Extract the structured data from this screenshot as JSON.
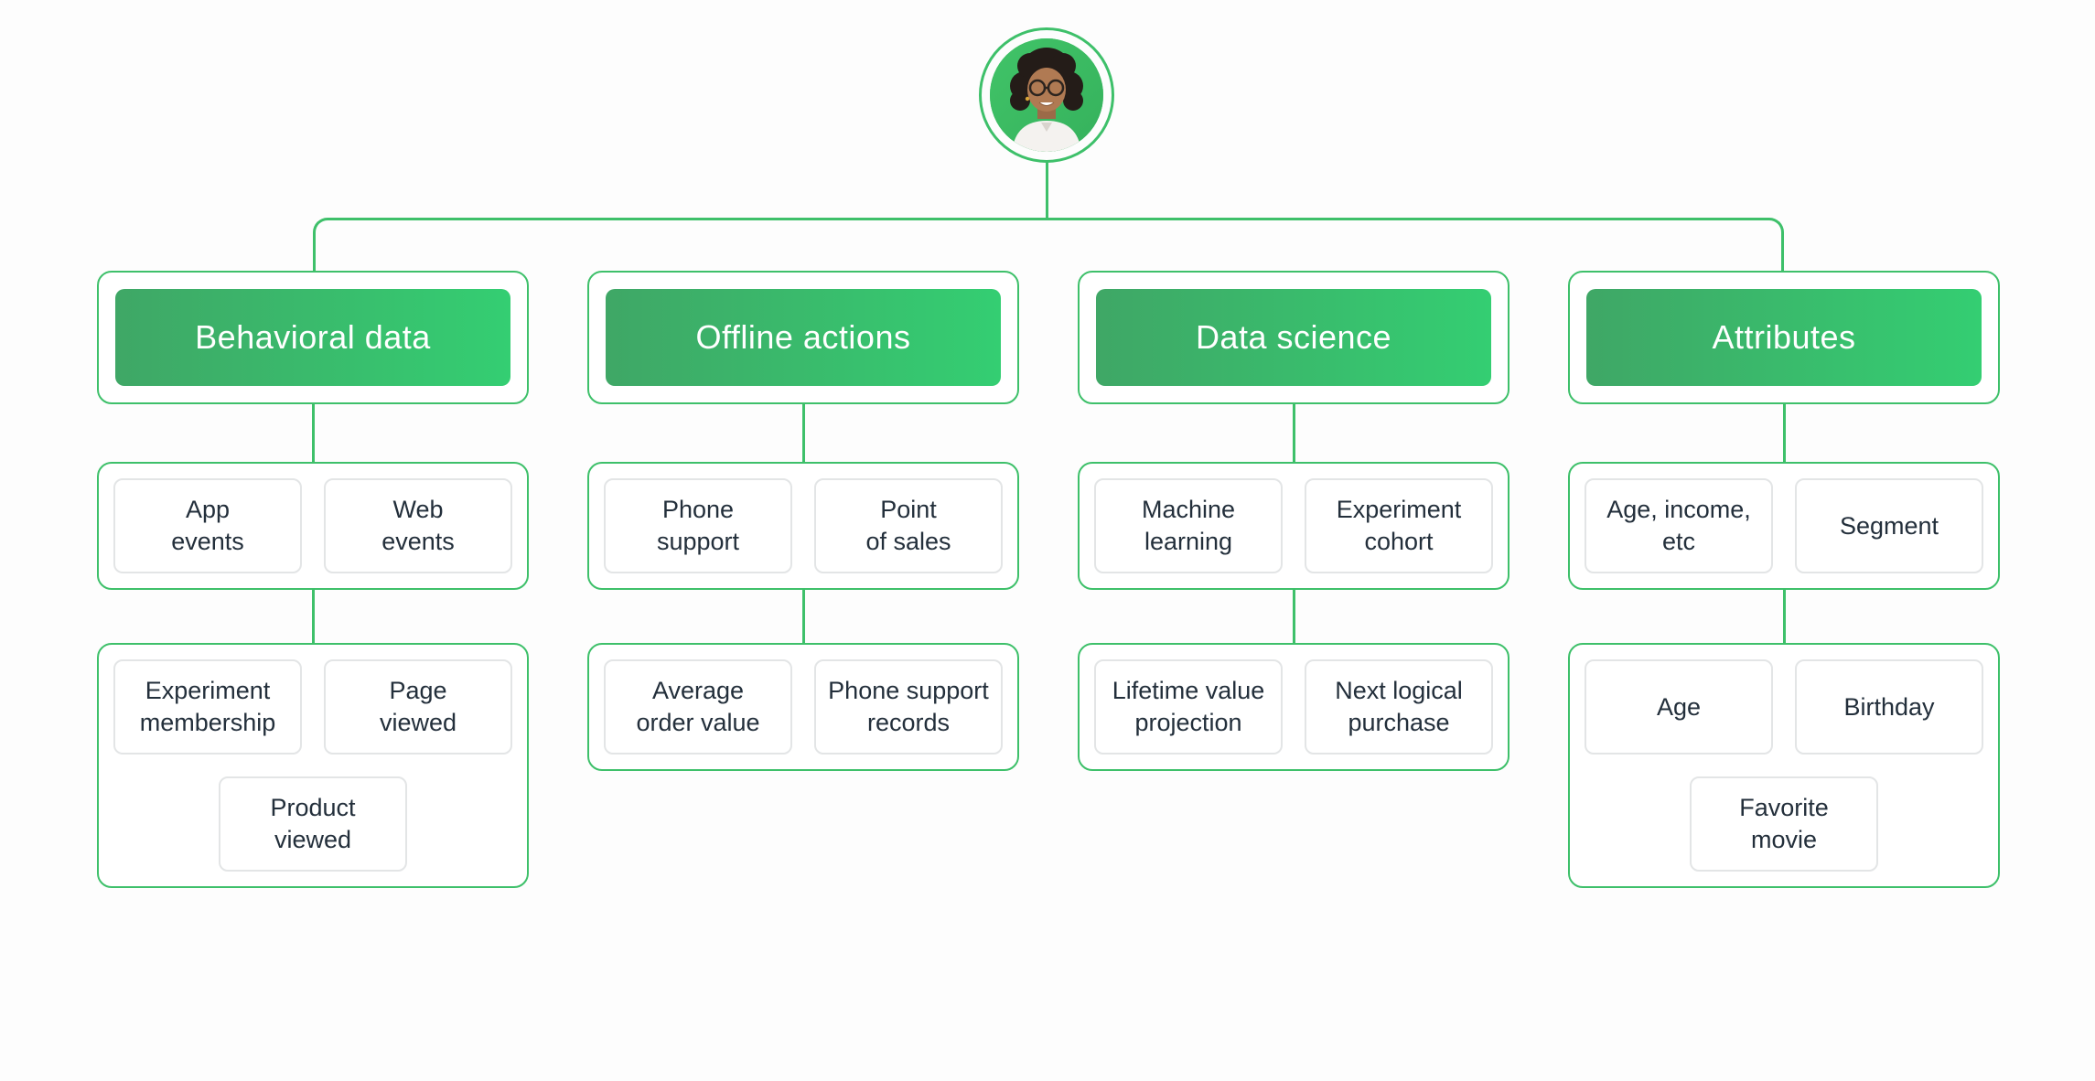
{
  "palette": {
    "line_green": "#3EC06A",
    "header_gradient_start": "#3FA766",
    "header_gradient_end": "#34CE72",
    "header_text": "#FFFFFF",
    "node_border": "#E3E5E6",
    "node_text": "#232F3B",
    "background": "#FDFDFD",
    "avatar_background_green": "#3CBA62"
  },
  "avatar": {
    "description": "customer portrait in green circle"
  },
  "columns": [
    {
      "header": "Behavioral data",
      "level2": [
        "App\nevents",
        "Web\nevents"
      ],
      "level3_row1": [
        "Experiment\nmembership",
        "Page\nviewed"
      ],
      "level3_row2": [
        "Product\nviewed"
      ]
    },
    {
      "header": "Offline actions",
      "level2": [
        "Phone\nsupport",
        "Point\nof sales"
      ],
      "level3_row1": [
        "Average\norder value",
        "Phone support\nrecords"
      ],
      "level3_row2": []
    },
    {
      "header": "Data science",
      "level2": [
        "Machine\nlearning",
        "Experiment\ncohort"
      ],
      "level3_row1": [
        "Lifetime value\nprojection",
        "Next logical\npurchase"
      ],
      "level3_row2": []
    },
    {
      "header": "Attributes",
      "level2": [
        "Age, income,\netc",
        "Segment"
      ],
      "level3_row1": [
        "Age",
        "Birthday"
      ],
      "level3_row2": [
        "Favorite\nmovie"
      ]
    }
  ]
}
